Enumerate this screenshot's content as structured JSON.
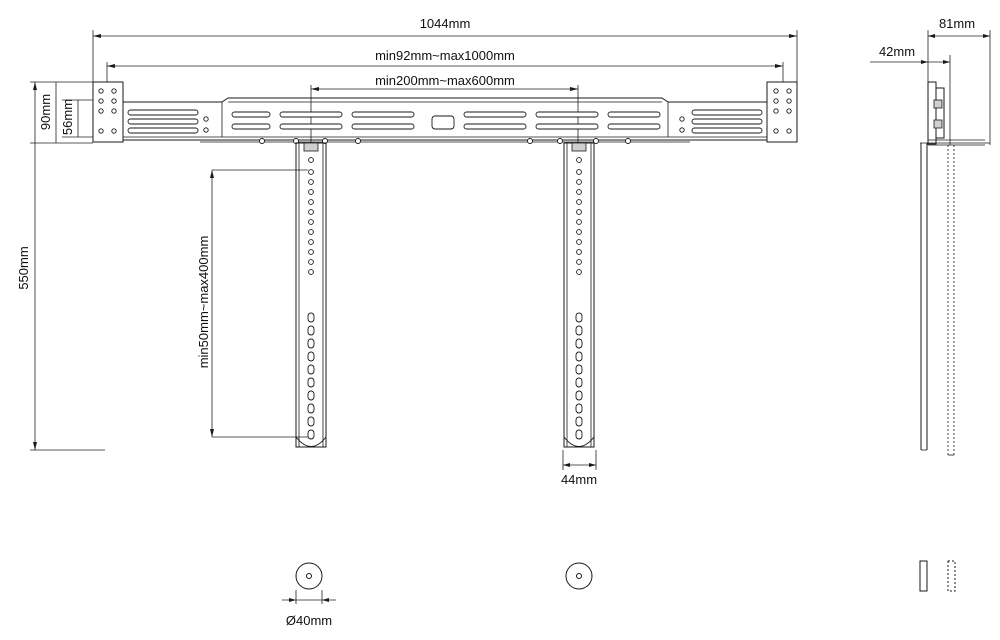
{
  "dimensions": {
    "overall_width": "1044mm",
    "range_outer": "min92mm~max1000mm",
    "range_inner": "min200mm~max600mm",
    "height_90": "90mm",
    "height_56": "56mm",
    "total_height": "550mm",
    "vertical_range": "min50mm~max400mm",
    "arm_width": "44mm",
    "depth_total": "81mm",
    "depth_wall": "42mm",
    "diameter": "Ø40mm"
  }
}
